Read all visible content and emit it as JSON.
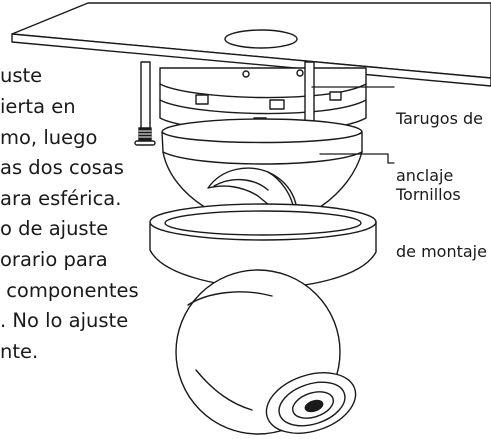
{
  "body_text": {
    "lines": [
      "uste",
      "ierta en",
      "mo, luego",
      "as dos cosas",
      "ara esférica.",
      "o de ajuste",
      "orario para",
      " componentes",
      ". No lo ajuste",
      "nte."
    ]
  },
  "callouts": {
    "anchors": {
      "line1": "Tarugos de",
      "line2": "anclaje"
    },
    "screws": {
      "line1": "Tornillos",
      "line2": "de montaje"
    }
  }
}
